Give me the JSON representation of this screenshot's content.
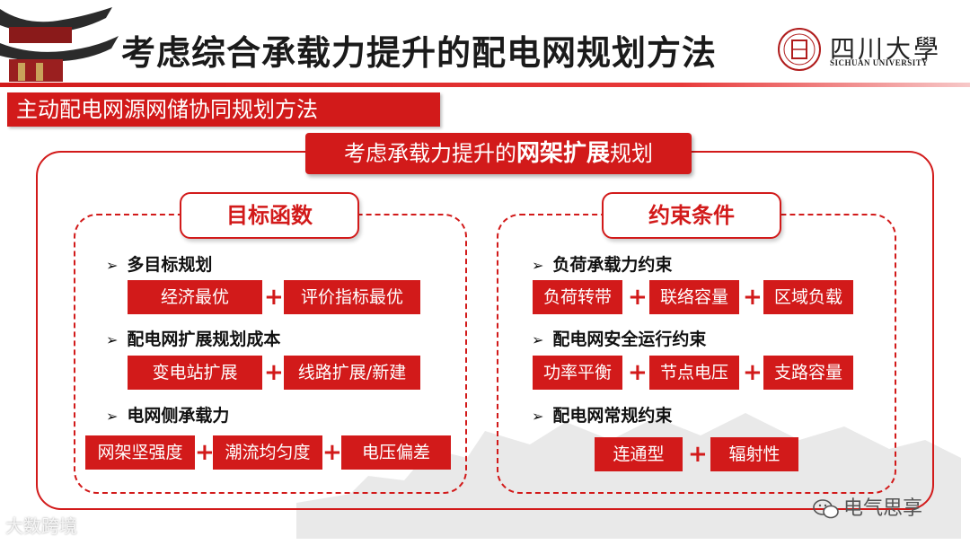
{
  "header": {
    "title": "考虑综合承载力提升的配电网规划方法",
    "logo_cn": "四川大學",
    "logo_en": "SICHUAN UNIVERSITY"
  },
  "section": {
    "label": "主动配电网源网储协同规划方法"
  },
  "topic": {
    "prefix": "考虑承载力提升的",
    "emphasis": "网架扩展",
    "suffix": "规划"
  },
  "objective": {
    "title": "目标函数",
    "groups": [
      {
        "heading": "多目标规划",
        "items": [
          "经济最优",
          "评价指标最优"
        ]
      },
      {
        "heading": "配电网扩展规划成本",
        "items": [
          "变电站扩展",
          "线路扩展/新建"
        ]
      },
      {
        "heading": "电网侧承载力",
        "items": [
          "网架坚强度",
          "潮流均匀度",
          "电压偏差"
        ]
      }
    ]
  },
  "constraint": {
    "title": "约束条件",
    "groups": [
      {
        "heading": "负荷承载力约束",
        "items": [
          "负荷转带",
          "联络容量",
          "区域负载"
        ]
      },
      {
        "heading": "配电网安全运行约束",
        "items": [
          "功率平衡",
          "节点电压",
          "支路容量"
        ]
      },
      {
        "heading": "配电网常规约束",
        "items": [
          "连通型",
          "辐射性"
        ]
      }
    ]
  },
  "plus_sign": "+",
  "footer": {
    "left": "大数跨境",
    "right": "电气思享"
  },
  "colors": {
    "accent": "#d21a1a",
    "text": "#111111"
  },
  "icons": [
    "pagoda-icon",
    "university-seal-icon",
    "wechat-icon",
    "arrow-bullet-icon"
  ]
}
